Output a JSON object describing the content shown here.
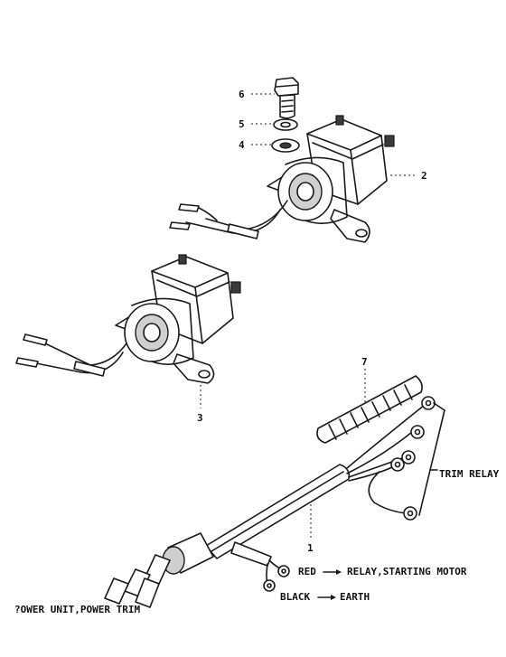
{
  "callouts": {
    "part1": "1",
    "part2": "2",
    "part3": "3",
    "part4": "4",
    "part5": "5",
    "part6": "6",
    "part7": "7"
  },
  "labels": {
    "trim_relay": "TRIM RELAY",
    "red_wire": "RED",
    "red_dest": "RELAY,STARTING MOTOR",
    "black_wire": "BLACK",
    "black_dest": "EARTH",
    "power_unit": "?OWER UNIT,POWER TRIM"
  },
  "icons": {
    "arrow": "right-arrow-icon",
    "bolt": "bolt-icon",
    "washer": "washer-icon",
    "relay": "relay-icon",
    "harness": "wire-harness-icon",
    "tube": "protector-tube-icon"
  }
}
